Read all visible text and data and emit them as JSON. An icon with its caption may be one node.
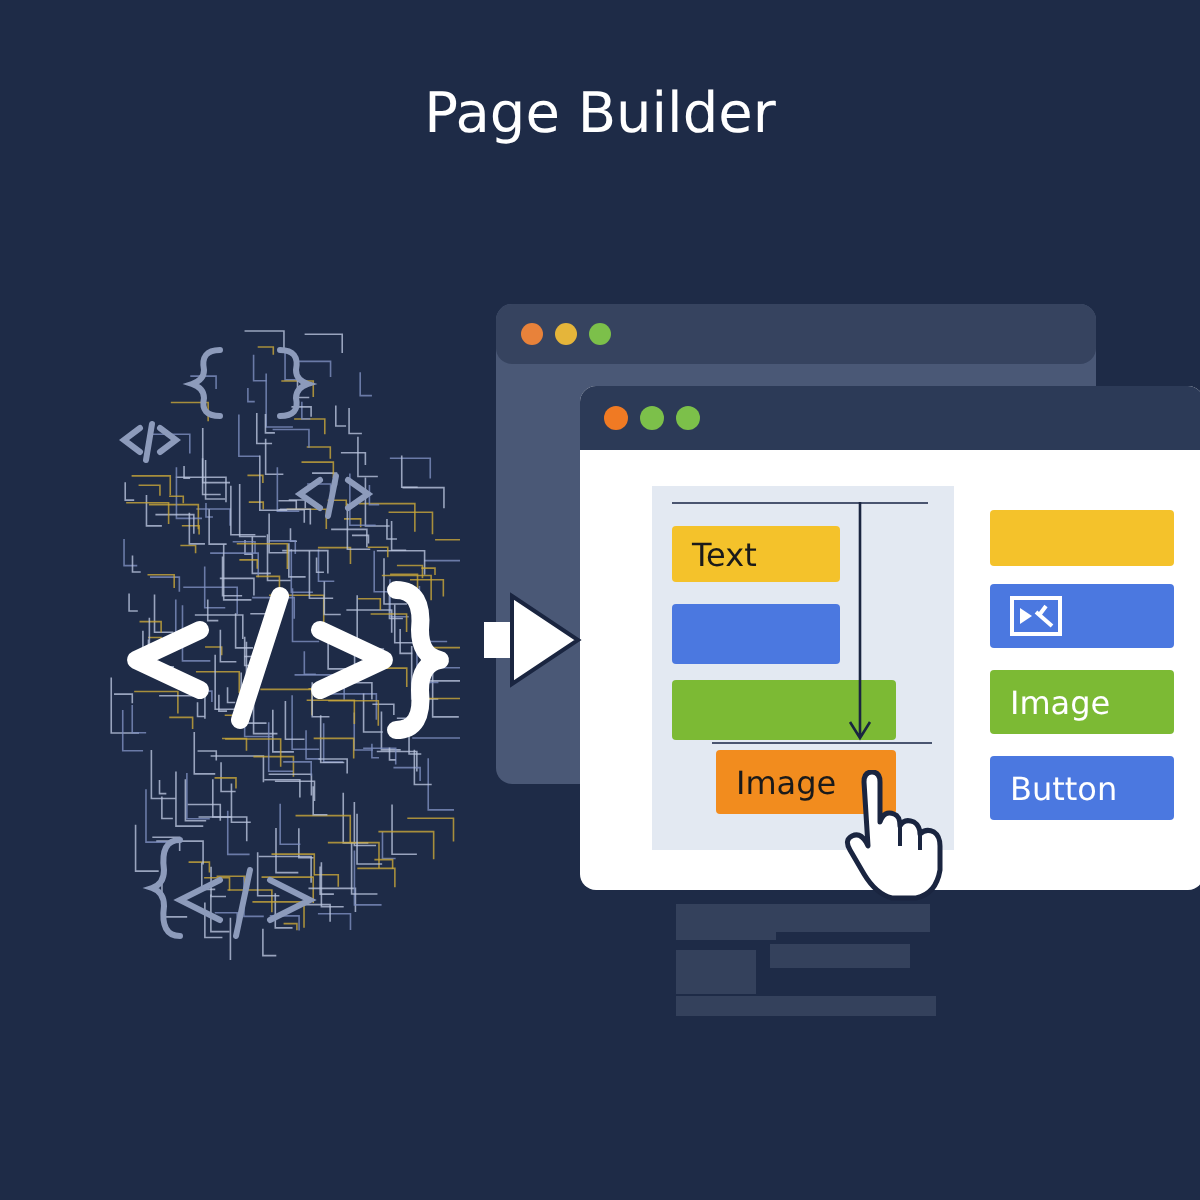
{
  "diagram": {
    "title": "Page Builder",
    "nodes": [
      {
        "text": [],
        "shape": "picture"
      },
      {
        "text": [],
        "shape": "box"
      },
      {
        "text": [],
        "shape": "box",
        "in": 1
      },
      {
        "text": [
          "Text"
        ],
        "in": 2
      },
      {
        "text": [],
        "shape": "bar",
        "in": 2
      },
      {
        "text": [],
        "shape": "bar",
        "in": 2
      },
      {
        "text": [
          "Image"
        ],
        "in": 2
      },
      {
        "text": [],
        "shape": "bar",
        "in": 1
      },
      {
        "text": [],
        "shape": "bar",
        "in": 1
      },
      {
        "text": [
          "Image"
        ],
        "in": 1
      },
      {
        "text": [
          "Button"
        ],
        "in": 1
      }
    ],
    "edges": [
      {
        "from": 0,
        "to": 1,
        "arrow": "to"
      }
    ]
  }
}
